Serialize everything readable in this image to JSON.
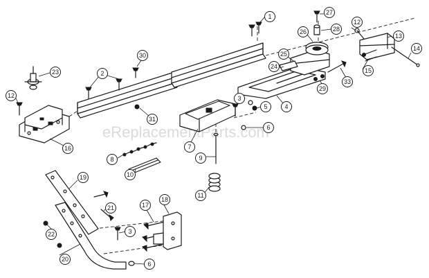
{
  "watermark": "eReplacementParts.com",
  "callouts": [
    {
      "label": "1"
    },
    {
      "label": "2"
    },
    {
      "label": "3"
    },
    {
      "label": "3"
    },
    {
      "label": "4"
    },
    {
      "label": "5"
    },
    {
      "label": "6"
    },
    {
      "label": "6"
    },
    {
      "label": "7"
    },
    {
      "label": "8"
    },
    {
      "label": "9"
    },
    {
      "label": "10"
    },
    {
      "label": "11"
    },
    {
      "label": "12"
    },
    {
      "label": "12"
    },
    {
      "label": "13"
    },
    {
      "label": "14"
    },
    {
      "label": "15"
    },
    {
      "label": "16"
    },
    {
      "label": "17"
    },
    {
      "label": "18"
    },
    {
      "label": "19"
    },
    {
      "label": "20"
    },
    {
      "label": "21"
    },
    {
      "label": "22"
    },
    {
      "label": "23"
    },
    {
      "label": "24"
    },
    {
      "label": "25"
    },
    {
      "label": "26"
    },
    {
      "label": "27"
    },
    {
      "label": "28"
    },
    {
      "label": "29"
    },
    {
      "label": "30"
    },
    {
      "label": "31"
    },
    {
      "label": "33"
    }
  ]
}
